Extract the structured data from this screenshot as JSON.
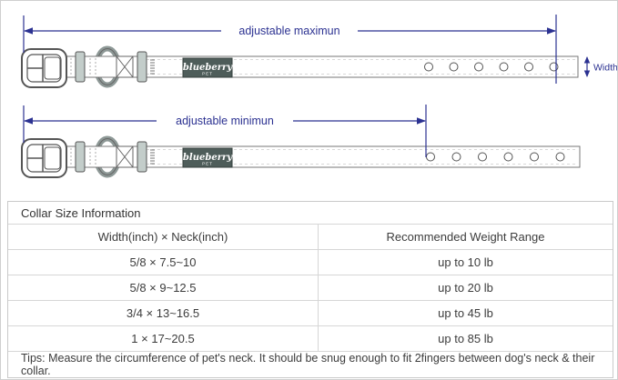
{
  "diagram": {
    "max_label": "adjustable maximun",
    "min_label": "adjustable minimun",
    "width_label": "Width",
    "brand": {
      "name": "blueberry",
      "sub": "PET"
    }
  },
  "table": {
    "title": "Collar Size Information",
    "columns": {
      "size": "Width(inch) × Neck(inch)",
      "weight": "Recommended Weight Range"
    },
    "rows": [
      {
        "size": "5/8 × 7.5~10",
        "weight": "up to 10 lb"
      },
      {
        "size": "5/8 × 9~12.5",
        "weight": "up to 20 lb"
      },
      {
        "size": "3/4 × 13~16.5",
        "weight": "up to 45 lb"
      },
      {
        "size": "1 × 17~20.5",
        "weight": "up to 85 lb"
      }
    ],
    "tips": "Tips: Measure the circumference of pet's neck. It should be snug enough to fit 2fingers between dog's neck & their collar."
  },
  "colors": {
    "dimension": "#2b3191",
    "patch": "#4e5d5a",
    "keeper": "#c3cdca",
    "table_border": "#d6d6d6",
    "frame_border": "#cfcfcf"
  }
}
